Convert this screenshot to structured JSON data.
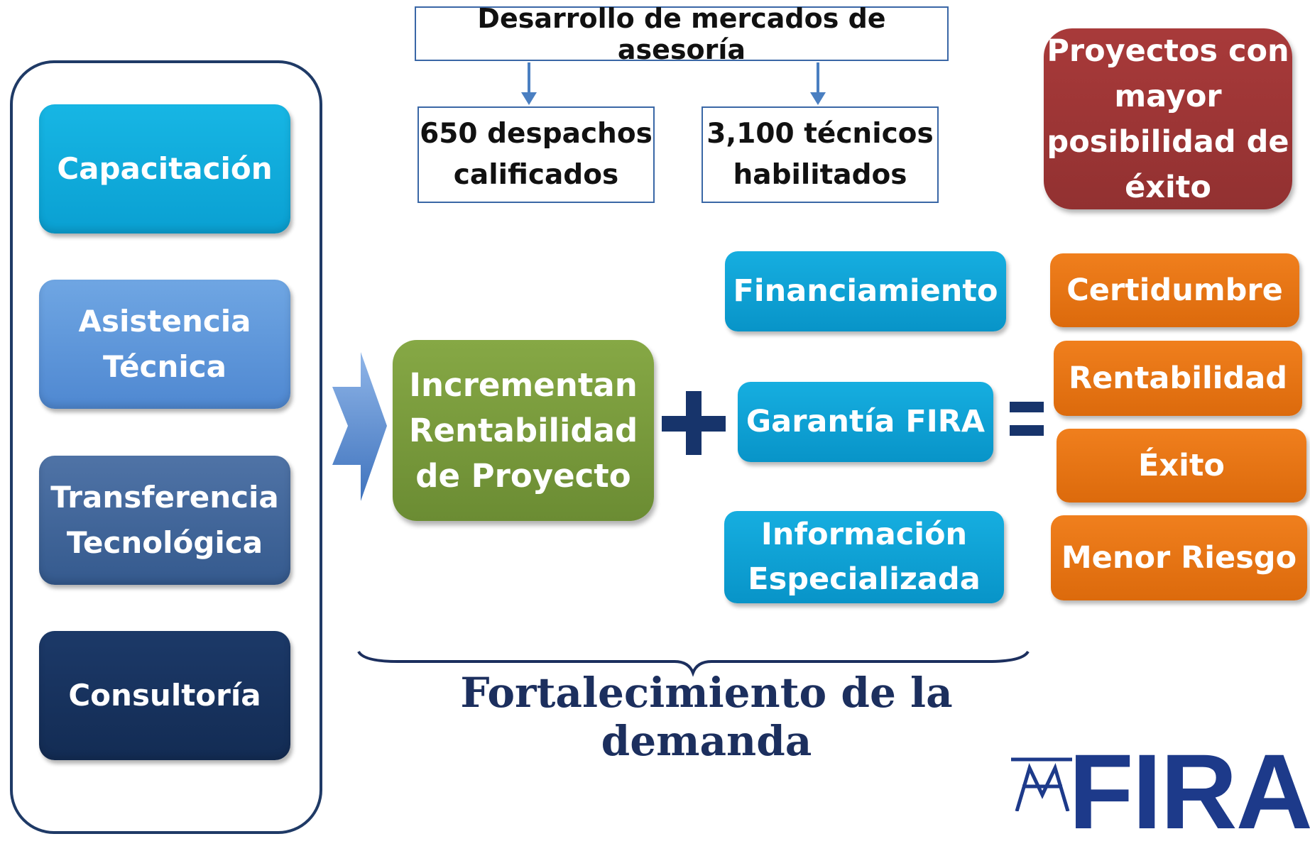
{
  "services": [
    {
      "label": "Capacitación"
    },
    {
      "label": "Asistencia Técnica"
    },
    {
      "label": "Transferencia Tecnológica"
    },
    {
      "label": "Consultoría"
    }
  ],
  "top": {
    "title": "Desarrollo de mercados de asesoría",
    "sub_left": "650 despachos calificados",
    "sub_right": "3,100 técnicos habilitados"
  },
  "projects_box": "Proyectos con mayor posibilidad de éxito",
  "center_box": "Incrementan Rentabilidad de Proyecto",
  "support_items": [
    {
      "label": "Financiamiento"
    },
    {
      "label": "Garantía FIRA"
    },
    {
      "label": "Información Especializada"
    }
  ],
  "result_items": [
    {
      "label": "Certidumbre"
    },
    {
      "label": "Rentabilidad"
    },
    {
      "label": "Éxito"
    },
    {
      "label": "Menor Riesgo"
    }
  ],
  "bottom_label": "Fortalecimiento de la demanda",
  "logo": {
    "text": "FIRA"
  },
  "colors": {
    "navy": "#1c2f5e",
    "green": "#76983a",
    "blue": "#0fa3d8",
    "orange": "#e8750f",
    "maroon": "#9d3535"
  }
}
